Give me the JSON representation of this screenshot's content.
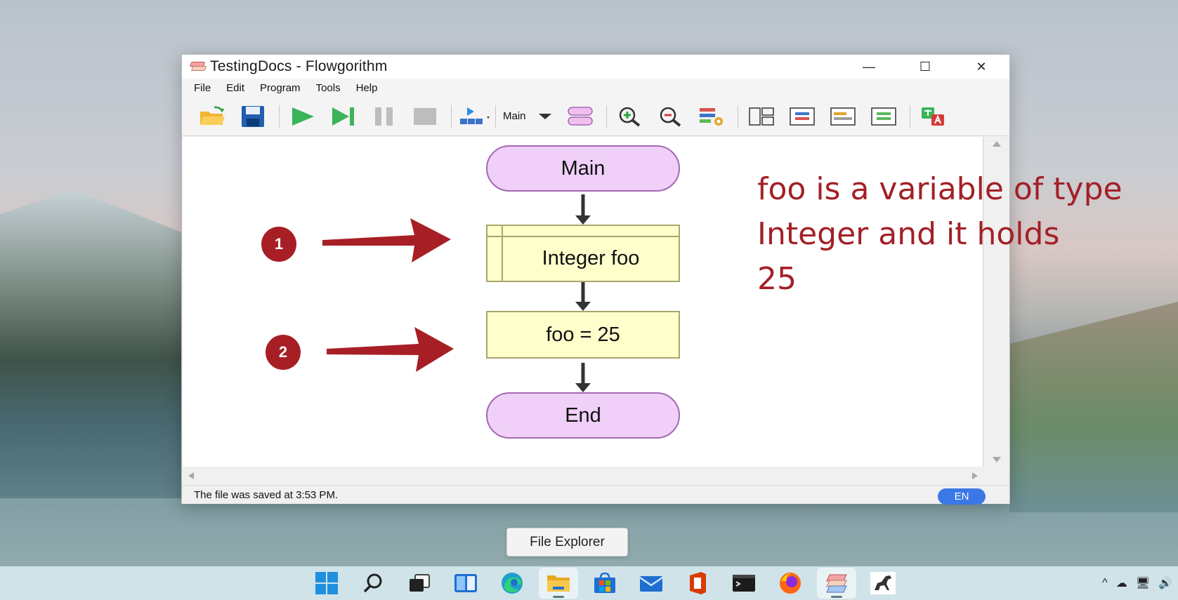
{
  "window": {
    "title": "TestingDocs - Flowgorithm",
    "controls": {
      "minimize": "—",
      "maximize": "☐",
      "close": "✕"
    }
  },
  "menu": [
    "File",
    "Edit",
    "Program",
    "Tools",
    "Help"
  ],
  "toolbar": {
    "function_select": "Main",
    "buttons": [
      "open-folder-icon",
      "save-icon",
      "run-icon",
      "step-icon",
      "pause-icon",
      "stop-icon",
      "layout-dropdown-icon",
      "function-shape-icon",
      "zoom-in-icon",
      "zoom-out-icon",
      "chart-style-icon",
      "view-layout-1-icon",
      "view-layout-2-icon",
      "view-layout-3-icon",
      "view-layout-4-icon",
      "translate-icon"
    ]
  },
  "flowchart": {
    "start": "Main",
    "declare": "Integer foo",
    "assign": "foo = 25",
    "end": "End"
  },
  "annotation": {
    "lines": [
      "foo is a variable of type",
      "Integer and it holds",
      "25"
    ],
    "markers": [
      "1",
      "2"
    ],
    "color": "#a32027"
  },
  "status": {
    "text": "The file was saved at 3:53 PM.",
    "language": "EN"
  },
  "tooltip": "File Explorer",
  "taskbar": {
    "apps": [
      "start-icon",
      "search-icon",
      "task-view-icon",
      "widgets-icon",
      "edge-icon",
      "file-explorer-icon",
      "store-icon",
      "mail-icon",
      "office-icon",
      "terminal-icon",
      "firefox-icon",
      "flowgorithm-icon",
      "dinosaur-app-icon"
    ],
    "tray": [
      "^",
      "☁",
      "🖥",
      "🔊"
    ]
  }
}
